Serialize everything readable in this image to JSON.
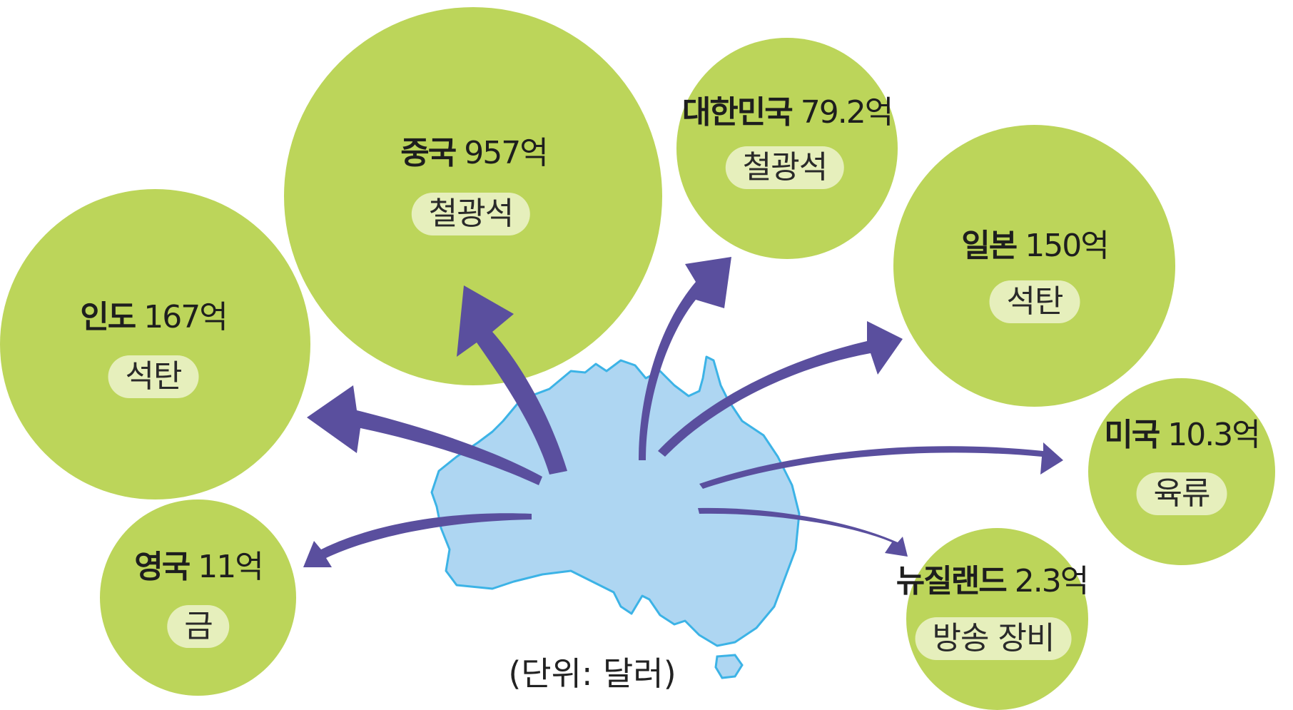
{
  "destinations": [
    {
      "id": "china",
      "country": "중국",
      "amount": "957억",
      "product": "철광석"
    },
    {
      "id": "korea",
      "country": "대한민국",
      "amount": "79.2억",
      "product": "철광석"
    },
    {
      "id": "japan",
      "country": "일본",
      "amount": "150억",
      "product": "석탄"
    },
    {
      "id": "india",
      "country": "인도",
      "amount": "167억",
      "product": "석탄"
    },
    {
      "id": "usa",
      "country": "미국",
      "amount": "10.3억",
      "product": "육류"
    },
    {
      "id": "uk",
      "country": "영국",
      "amount": "11억",
      "product": "금"
    },
    {
      "id": "nz",
      "country": "뉴질랜드",
      "amount": "2.3억",
      "product": "방송 장비"
    }
  ],
  "unit_note": "(단위: 달러)",
  "colors": {
    "bubble": "#bcd55a",
    "pill": "#e6efbc",
    "arrow": "#5a4f9e",
    "land": "#aed6f2",
    "coast": "#3cb3e6"
  }
}
